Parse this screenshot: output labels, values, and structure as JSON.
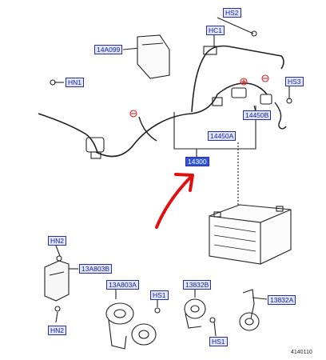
{
  "labels": {
    "hs2": "HS2",
    "hc1": "HC1",
    "p14a099": "14A099",
    "hn1": "HN1",
    "hs3": "HS3",
    "p14450b": "14450B",
    "p14450a": "14450A",
    "p14300": "14300",
    "hn2_top": "HN2",
    "p13a803b": "13A803B",
    "p13a803a": "13A803A",
    "hs1_left": "HS1",
    "p13832b": "13832B",
    "hs1_right": "HS1",
    "p13832a": "13832A",
    "hn2_bottom": "HN2"
  },
  "footer": {
    "code": "4140110"
  },
  "colors": {
    "label_bg": "#dfe6ff",
    "label_border": "#2a2fa0",
    "selected_bg": "#2f55d4",
    "annotation_arrow": "#e01010",
    "polarity_mark": "#d42020"
  }
}
